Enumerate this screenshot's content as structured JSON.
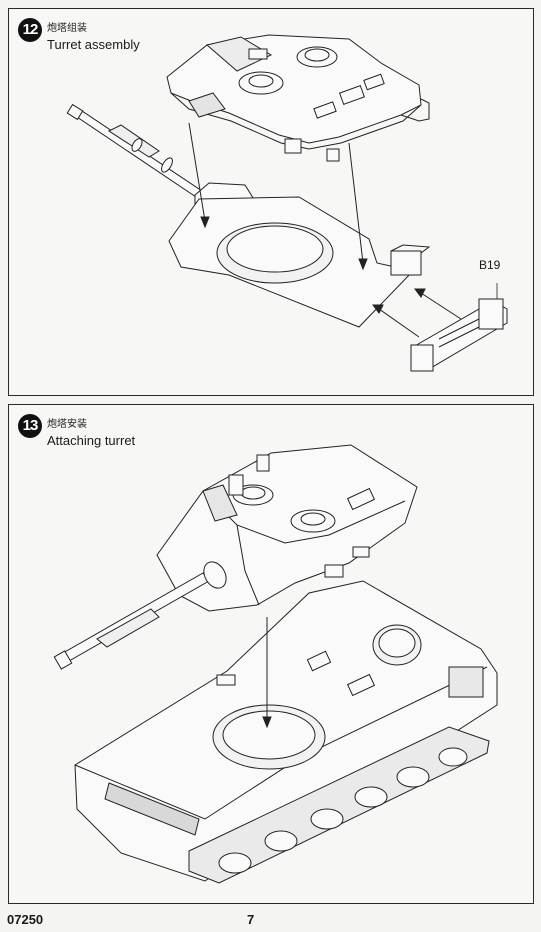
{
  "steps": [
    {
      "number": "12",
      "title_cn": "炮塔组装",
      "title_en": "Turret assembly",
      "parts": [
        "B19"
      ]
    },
    {
      "number": "13",
      "title_cn": "炮塔安装",
      "title_en": "Attaching turret"
    }
  ],
  "footer": {
    "product_code": "07250",
    "page_number": "7"
  }
}
